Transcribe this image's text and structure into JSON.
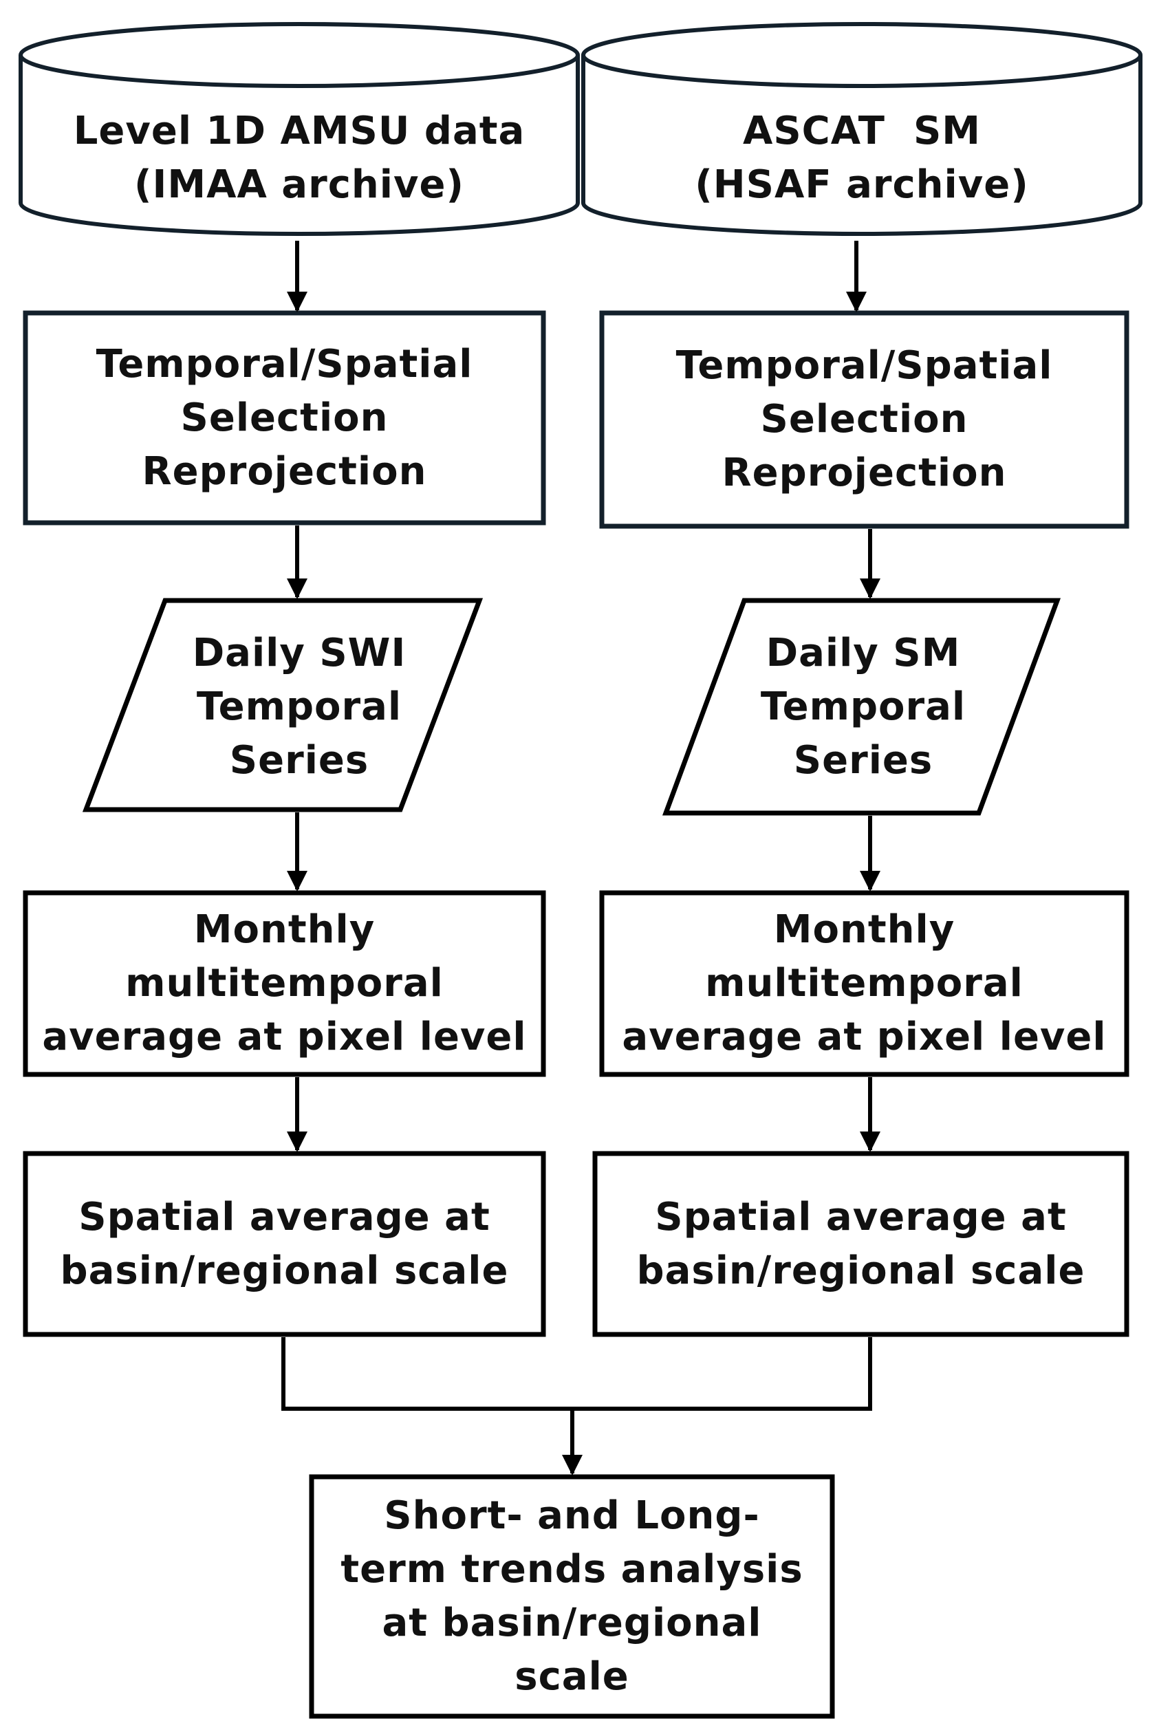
{
  "colors": {
    "line": "#000000",
    "box_border_dark": "#13202b",
    "fill": "#ffffff",
    "text": "#111111"
  },
  "nodes": {
    "amsu_data": {
      "shape": "cylinder",
      "lines": [
        "Level 1D AMSU data",
        "(IMAA archive)"
      ]
    },
    "ascat_data": {
      "shape": "cylinder",
      "lines": [
        "ASCAT  SM",
        "(HSAF archive)"
      ]
    },
    "left_selection": {
      "shape": "rectangle",
      "lines": [
        "Temporal/Spatial",
        "Selection",
        "Reprojection"
      ]
    },
    "right_selection": {
      "shape": "rectangle",
      "lines": [
        "Temporal/Spatial",
        "Selection",
        "Reprojection"
      ]
    },
    "left_series": {
      "shape": "parallelogram",
      "lines": [
        "Daily SWI",
        "Temporal",
        "Series"
      ]
    },
    "right_series": {
      "shape": "parallelogram",
      "lines": [
        "Daily SM",
        "Temporal",
        "Series"
      ]
    },
    "left_monthly": {
      "shape": "rectangle",
      "lines": [
        "Monthly",
        "multitemporal",
        "average at pixel level"
      ]
    },
    "right_monthly": {
      "shape": "rectangle",
      "lines": [
        "Monthly",
        "multitemporal",
        "average at pixel level"
      ]
    },
    "left_spatial": {
      "shape": "rectangle",
      "lines": [
        "Spatial average at",
        "basin/regional scale"
      ]
    },
    "right_spatial": {
      "shape": "rectangle",
      "lines": [
        "Spatial average at",
        "basin/regional scale"
      ]
    },
    "trend_analysis": {
      "shape": "rectangle",
      "lines": [
        "Short- and Long-",
        "term trends analysis",
        "at basin/regional",
        "scale"
      ]
    }
  },
  "edges": [
    {
      "from": "amsu_data",
      "to": "left_selection"
    },
    {
      "from": "ascat_data",
      "to": "right_selection"
    },
    {
      "from": "left_selection",
      "to": "left_series"
    },
    {
      "from": "right_selection",
      "to": "right_series"
    },
    {
      "from": "left_series",
      "to": "left_monthly"
    },
    {
      "from": "right_series",
      "to": "right_monthly"
    },
    {
      "from": "left_monthly",
      "to": "left_spatial"
    },
    {
      "from": "right_monthly",
      "to": "right_spatial"
    },
    {
      "from": "left_spatial",
      "to": "trend_analysis"
    },
    {
      "from": "right_spatial",
      "to": "trend_analysis"
    }
  ]
}
